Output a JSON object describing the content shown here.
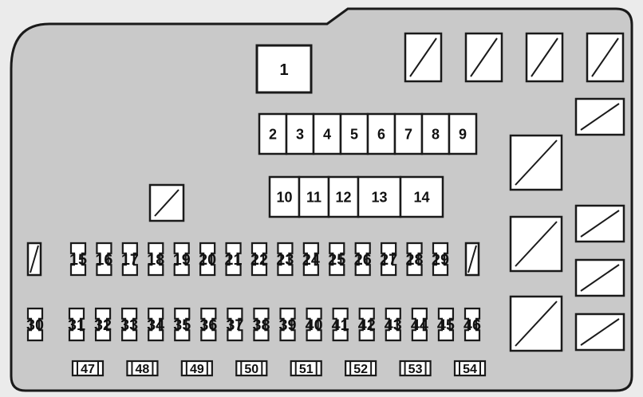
{
  "fuse_box": {
    "colors": {
      "background": "#ebebeb",
      "panel_fill": "#c9c9c9",
      "outline": "#1a1a1a",
      "slot_fill": "#ffffff"
    },
    "main_fuse": "1",
    "row_a": [
      "2",
      "3",
      "4",
      "5",
      "6",
      "7",
      "8",
      "9"
    ],
    "row_b": [
      "10",
      "11",
      "12",
      "13",
      "14"
    ],
    "row_c": [
      "15",
      "16",
      "17",
      "18",
      "19",
      "20",
      "21",
      "22",
      "23",
      "24",
      "25",
      "26",
      "27",
      "28",
      "29"
    ],
    "row_d": [
      "30",
      "31",
      "32",
      "33",
      "34",
      "35",
      "36",
      "37",
      "38",
      "39",
      "40",
      "41",
      "42",
      "43",
      "44",
      "45",
      "46"
    ],
    "row_e": [
      "47",
      "48",
      "49",
      "50",
      "51",
      "52",
      "53",
      "54"
    ]
  }
}
